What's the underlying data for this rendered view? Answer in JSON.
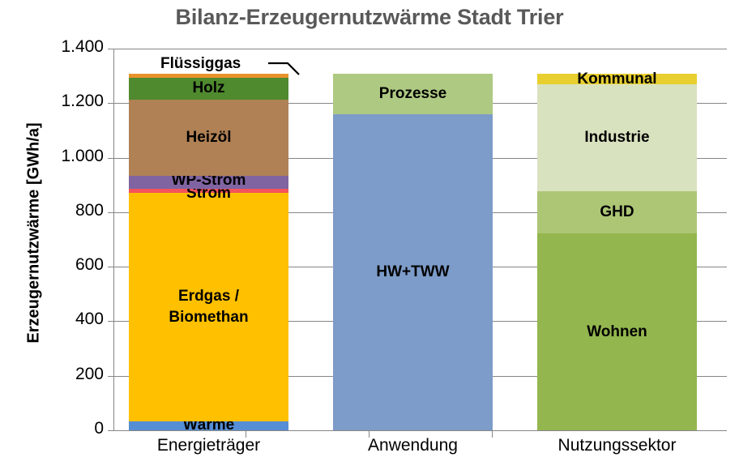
{
  "chart_data": {
    "type": "bar",
    "title": "Bilanz-Erzeugernutzwärme Stadt Trier",
    "xlabel": "",
    "ylabel": "Erzeugernutzwärme [GWh/a]",
    "ylim": [
      0,
      1400
    ],
    "ytick_labels": [
      "1.400",
      "1.200",
      "1.000",
      "800",
      "600",
      "400",
      "200",
      "0"
    ],
    "ytick_values": [
      1400,
      1200,
      1000,
      800,
      600,
      400,
      200,
      0
    ],
    "grid": true,
    "legend": "none (segments labelled in place)",
    "stacked": true,
    "categories": [
      "Energieträger",
      "Anwendung",
      "Nutzungssektor"
    ],
    "columns": [
      {
        "category": "Energieträger",
        "total": 1308,
        "segments": [
          {
            "name": "Wärme",
            "value": 33,
            "color": "#558ED5",
            "label_shown": true
          },
          {
            "name": "Erdgas / Biomethan",
            "value": 838,
            "color": "#FFC000",
            "label_shown": true
          },
          {
            "name": "Strom",
            "value": 14,
            "color": "#F4545A",
            "label_shown": true
          },
          {
            "name": "WP-Strom",
            "value": 47,
            "color": "#8064A2",
            "label_shown": true
          },
          {
            "name": "Heizöl",
            "value": 282,
            "color": "#B08154",
            "label_shown": true
          },
          {
            "name": "Holz",
            "value": 79,
            "color": "#4F8A2E",
            "label_shown": true
          },
          {
            "name": "Flüssiggas",
            "value": 15,
            "color": "#E8922C",
            "label_shown": true
          }
        ]
      },
      {
        "category": "Anwendung",
        "total": 1308,
        "segments": [
          {
            "name": "HW+TWW",
            "value": 1160,
            "color": "#7D9CC9",
            "label_shown": true
          },
          {
            "name": "Prozesse",
            "value": 148,
            "color": "#AEC982",
            "label_shown": true
          }
        ]
      },
      {
        "category": "Nutzungssektor",
        "total": 1308,
        "segments": [
          {
            "name": "Wohnen",
            "value": 723,
            "color": "#94B64E",
            "label_shown": true
          },
          {
            "name": "GHD",
            "value": 154,
            "color": "#ACC675",
            "label_shown": true
          },
          {
            "name": "Industrie",
            "value": 392,
            "color": "#D9E2BF",
            "label_shown": true
          },
          {
            "name": "Kommunal",
            "value": 39,
            "color": "#E8CF2F",
            "label_shown": true
          }
        ]
      }
    ],
    "callouts": [
      {
        "label": "Flüssiggas",
        "target_column": "Energieträger",
        "target_segment": "Flüssiggas"
      }
    ],
    "colors": {
      "title": "#595959",
      "axis": "#868686",
      "grid": "#868686",
      "text": "#000000",
      "background": "#FFFFFF"
    }
  },
  "labels": {
    "seg_waerme": "Wärme",
    "seg_erdgas_line1": "Erdgas /",
    "seg_erdgas_line2": "Biomethan",
    "seg_strom": "Strom",
    "seg_wpstrom": "WP-Strom",
    "seg_heizoel": "Heizöl",
    "seg_holz": "Holz",
    "seg_fluessiggas": "Flüssiggas",
    "seg_hwtww": "HW+TWW",
    "seg_prozesse": "Prozesse",
    "seg_wohnen": "Wohnen",
    "seg_ghd": "GHD",
    "seg_industrie": "Industrie",
    "seg_kommunal": "Kommunal"
  }
}
